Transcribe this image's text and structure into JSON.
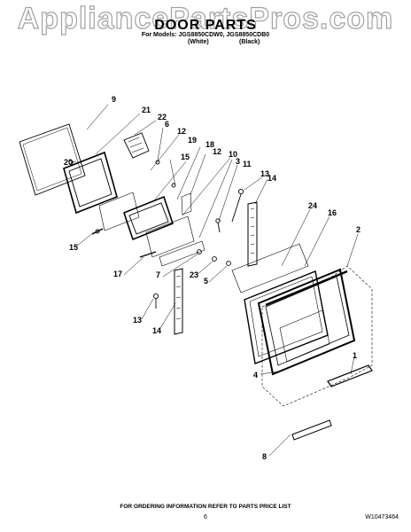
{
  "header": {
    "watermark": "AppliancePartsPros.com",
    "title": "DOOR PARTS",
    "models_line": "For Models: JGS8850CDW0, JGS8850CDB0",
    "variant_white": "(White)",
    "variant_black": "(Black)"
  },
  "callouts": [
    "9",
    "21",
    "22",
    "6",
    "12",
    "20",
    "19",
    "15",
    "18",
    "12",
    "10",
    "3",
    "11",
    "13",
    "14",
    "24",
    "16",
    "2",
    "15",
    "17",
    "7",
    "23",
    "5",
    "13",
    "14",
    "1",
    "4",
    "8"
  ],
  "footer": {
    "ordering_note": "FOR ORDERING INFORMATION REFER TO PARTS PRICE LIST",
    "page_number": "6",
    "doc_number": "W10473464"
  }
}
